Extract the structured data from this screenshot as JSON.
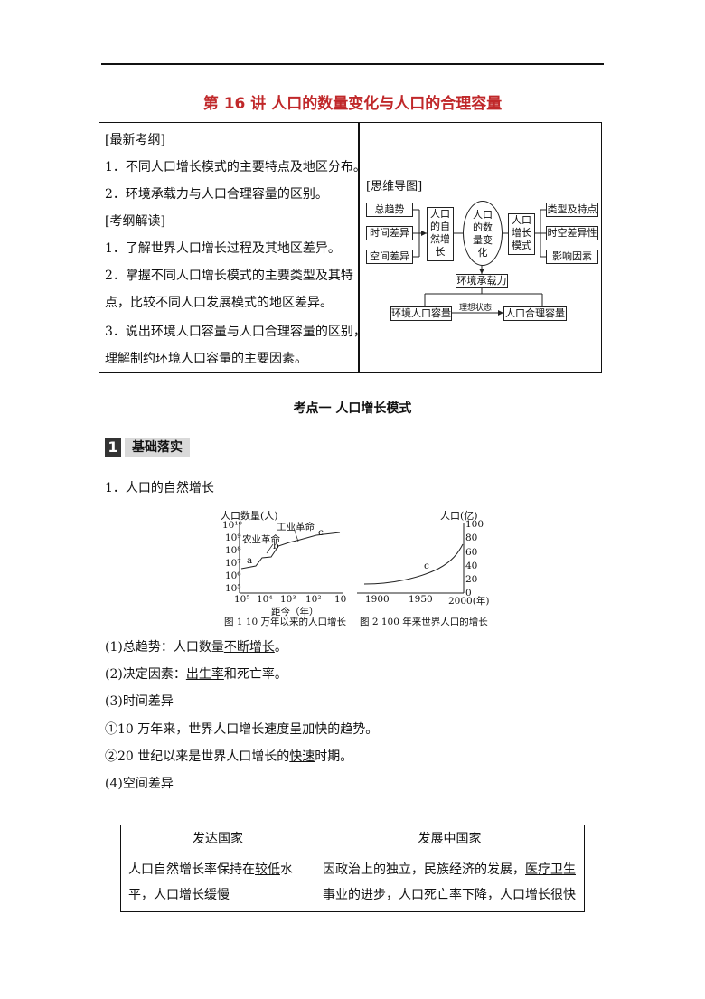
{
  "title": "第 16 讲  人口的数量变化与人口的合理容量",
  "outline": {
    "items": [
      "[最新考纲]",
      "1．不同人口增长模式的主要特点及地区分布。",
      "2．环境承载力与人口合理容量的区别。",
      "[考纲解读]",
      "1．了解世界人口增长过程及其地区差异。",
      "2．掌握不同人口增长模式的主要类型及其特",
      "点，比较不同人口发展模式的地区差异。",
      "3．说出环境人口容量与人口合理容量的区别，",
      "理解制约环境人口容量的主要因素。"
    ]
  },
  "mindmap": {
    "label": "[思维导图]",
    "left_boxes": [
      "总趋势",
      "时间差异",
      "空间差异"
    ],
    "natural_growth": [
      "人口",
      "的自",
      "然增",
      "长"
    ],
    "center": [
      "人口",
      "的数",
      "量变",
      "化"
    ],
    "mode": [
      "人口",
      "增长",
      "模式"
    ],
    "right_boxes": [
      "类型及特点",
      "时空差异性",
      "影响因素"
    ],
    "capacity": "环境承载力",
    "env_capacity": "环境人口容量",
    "ideal_state": "理想状态",
    "reasonable_capacity": "人口合理容量"
  },
  "section_title": "考点一    人口增长模式",
  "badge": {
    "num": "1",
    "text": "基础落实"
  },
  "p1": "1．人口的自然增长",
  "fig1": {
    "ylabel": "人口数量(人)",
    "yticks": [
      "10¹⁰",
      "10⁹",
      "10⁸",
      "10⁷",
      "10⁶",
      "10⁵"
    ],
    "xticks": [
      "10⁵",
      "10⁴",
      "10³",
      "10²",
      "10"
    ],
    "xlabel": "距今（年）",
    "labels": [
      "农业革命",
      "工业革命",
      "a",
      "b",
      "c"
    ],
    "caption": "图 1    10 万年以来的人口增长"
  },
  "fig2": {
    "ylabel": "人口(亿)",
    "yticks": [
      "100",
      "80",
      "60",
      "40",
      "20",
      "0"
    ],
    "xticks": [
      "1900",
      "1950",
      "2000(年)"
    ],
    "labels": [
      "c"
    ],
    "caption": "图 2    100 年来世界人口的增长"
  },
  "lines": {
    "trend_a": "(1)总趋势：人口数量",
    "trend_u": "不断增长",
    "trend_b": "。",
    "factor_a": "(2)决定因素：",
    "factor_u": "出生率",
    "factor_b": "和死亡率。",
    "time": "(3)时间差异",
    "time1": "①10 万年来，世界人口增长速度呈加快的趋势。",
    "time2_a": "②20 世纪以来是世界人口增长的",
    "time2_u": "快速",
    "time2_b": "时期。",
    "space": "(4)空间差异"
  },
  "table": {
    "headers": [
      "发达国家",
      "发展中国家"
    ],
    "c1_a": "人口自然增长率保持在",
    "c1_u": "较低",
    "c1_b": "水平，人口增长缓慢",
    "c2_a": "因政治上的独立，民族经济的发展，",
    "c2_u1": "医疗卫生事业",
    "c2_b": "的进步，人口",
    "c2_u2": "死亡率",
    "c2_c": "下降，人口增长很快"
  }
}
